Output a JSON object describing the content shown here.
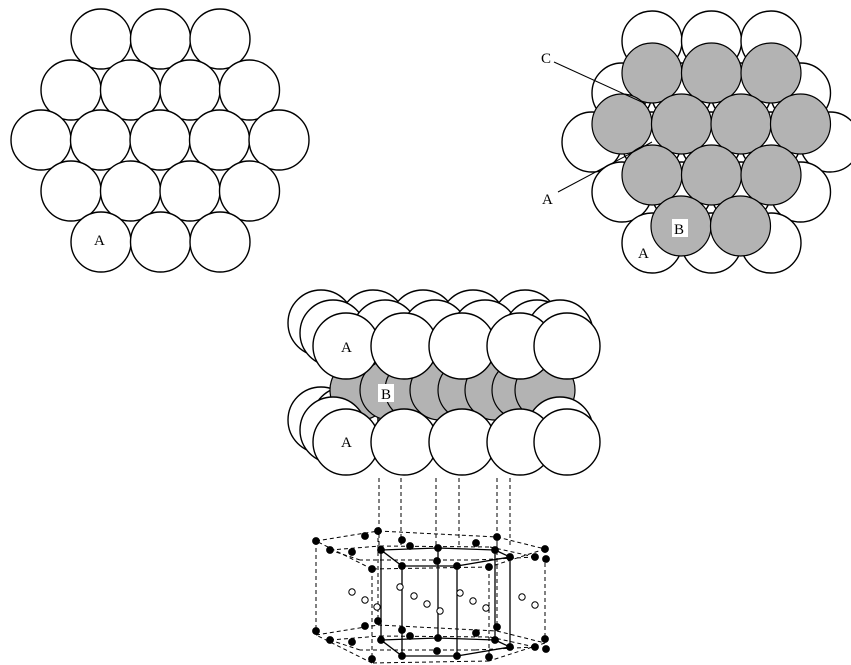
{
  "labels": {
    "top_left_a": "A",
    "top_right_c": "C",
    "top_right_a_pointer": "A",
    "top_right_b": "B",
    "top_right_a": "A",
    "stack_top_a": "A",
    "stack_mid_b": "B",
    "stack_bottom_a": "A"
  },
  "colors": {
    "layer_a_fill": "#ffffff",
    "layer_b_fill": "#b3b3b3",
    "outline": "#000000"
  }
}
